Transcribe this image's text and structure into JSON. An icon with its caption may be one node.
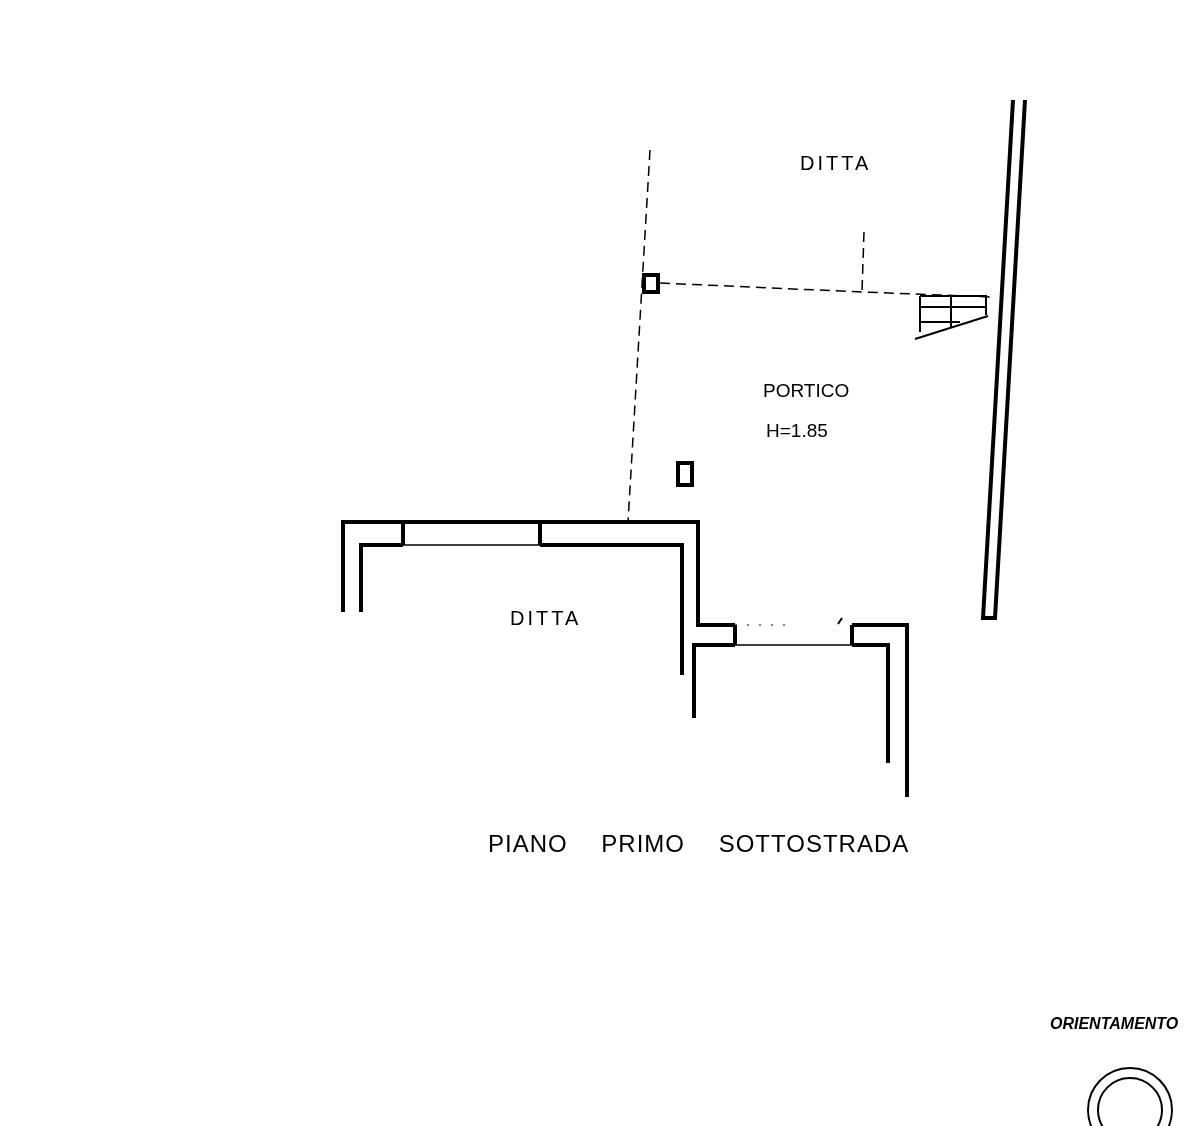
{
  "diagram": {
    "caption": "PIANO PRIMO SOTTOSTRADA",
    "labels": [
      "DITTA",
      "PORTICO",
      "H=1.85",
      "DITTA",
      "ORIENTAMENTO"
    ]
  }
}
